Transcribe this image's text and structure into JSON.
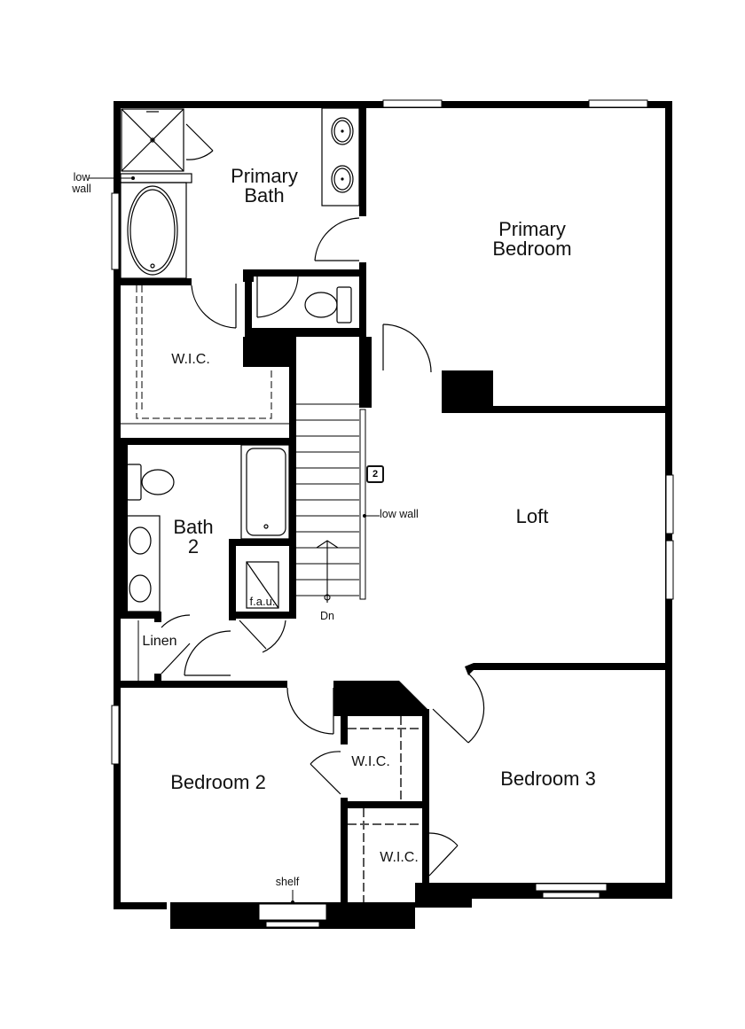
{
  "floorplan": {
    "rooms": {
      "primary_bath": "Primary\nBath",
      "primary_bath_line1": "Primary",
      "primary_bath_line2": "Bath",
      "primary_bedroom_line1": "Primary",
      "primary_bedroom_line2": "Bedroom",
      "wic_primary": "W.I.C.",
      "bath2_line1": "Bath",
      "bath2_line2": "2",
      "linen": "Linen",
      "fau": "f.a.u.",
      "loft": "Loft",
      "bedroom2": "Bedroom 2",
      "bedroom3": "Bedroom 3",
      "wic_upper": "W.I.C.",
      "wic_lower": "W.I.C."
    },
    "notes": {
      "low_wall_bath_line1": "low",
      "low_wall_bath_line2": "wall",
      "low_wall_stairs": "low wall",
      "stairs_direction": "Dn",
      "shelf": "shelf"
    },
    "stair_badge": "2",
    "colors": {
      "wall": "#000000",
      "background": "#ffffff",
      "dashed": "#555555"
    }
  }
}
